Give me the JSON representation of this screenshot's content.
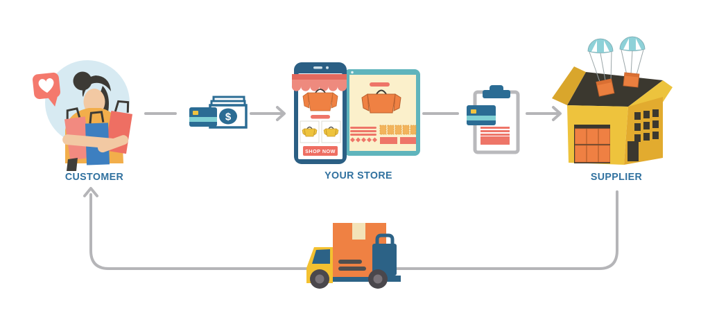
{
  "diagram": {
    "background": "#ffffff",
    "nodes": [
      {
        "id": "customer",
        "label": "CUSTOMER"
      },
      {
        "id": "your-store",
        "label": "YOUR STORE",
        "button_label": "SHOP NOW"
      },
      {
        "id": "supplier",
        "label": "SUPPLIER"
      }
    ],
    "connectors": [
      {
        "from": "customer",
        "to": "your-store",
        "via": "payment icon (credit card and banknote)"
      },
      {
        "from": "your-store",
        "to": "supplier",
        "via": "order icon (clipboard and credit card)"
      },
      {
        "from": "supplier",
        "to": "customer",
        "via": "delivery truck loop"
      }
    ],
    "icons": [
      "heart-chat-bubble-icon",
      "shopping-bags-icon",
      "credit-card-icon",
      "banknote-icon",
      "storefront-phone-icon",
      "browser-tablet-icon",
      "order-clipboard-icon",
      "parachute-package-icon",
      "warehouse-box-icon",
      "delivery-truck-icon"
    ],
    "payment": {
      "currency_symbol": "$"
    },
    "colors": {
      "label_text": "#30719f",
      "connector_gray": "#b5b5b8",
      "salmon": "#ee7568",
      "orange": "#ef8143",
      "yellow": "#eec33d",
      "teal": "#5fb4bc",
      "navy": "#2b6c94",
      "dark_blue": "#2b5f84",
      "cream_screen": "#fbf0cb",
      "light_blue_circle": "#d7eaf2"
    }
  }
}
